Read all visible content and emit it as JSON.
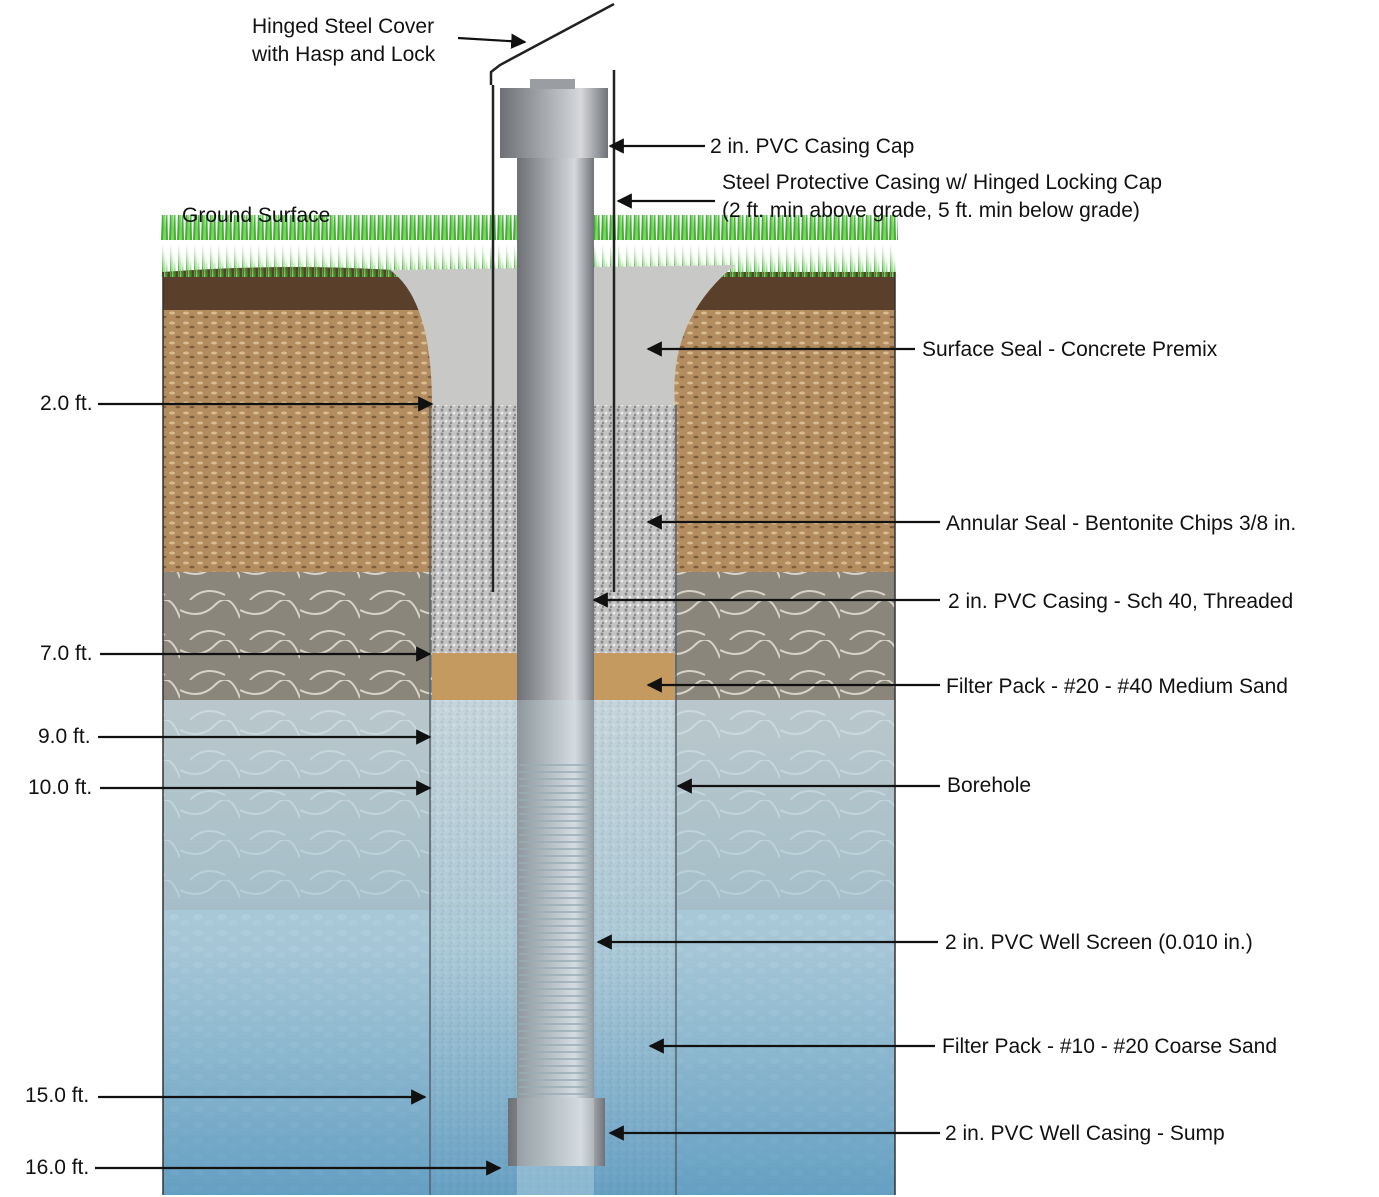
{
  "labels": {
    "hinged_cover_1": "Hinged Steel Cover",
    "hinged_cover_2": "with Hasp and Lock",
    "ground_surface": "Ground Surface",
    "casing_cap": "2 in. PVC Casing Cap",
    "protective_casing_1": "Steel Protective Casing w/ Hinged Locking Cap",
    "protective_casing_2": "(2 ft. min above grade, 5 ft. min below grade)",
    "surface_seal": "Surface Seal - Concrete Premix",
    "annular_seal": "Annular Seal - Bentonite Chips   3/8 in.",
    "pvc_casing": "2 in. PVC Casing - Sch 40, Threaded",
    "filter_medium": "Filter Pack - #20 - #40 Medium Sand",
    "borehole": "Borehole",
    "well_screen": "2 in. PVC Well Screen  (0.010 in.)",
    "filter_coarse": "Filter Pack - #10 - #20 Coarse Sand",
    "sump": "2 in. PVC Well Casing - Sump"
  },
  "depths": [
    "2.0 ft.",
    "7.0 ft.",
    "9.0 ft.",
    "10.0 ft.",
    "15.0 ft.",
    "16.0 ft."
  ],
  "colors": {
    "grass": "#3fae3a",
    "topsoil": "#5a3f2a",
    "sandy_soil": "#b08a5e",
    "rock": "#8a8478",
    "concrete": "#c8c8c6",
    "bentonite": "#bdbdbd",
    "medium_sand": "#c59a60",
    "water": "#9cc4d8",
    "pvc": "#8e9196"
  }
}
